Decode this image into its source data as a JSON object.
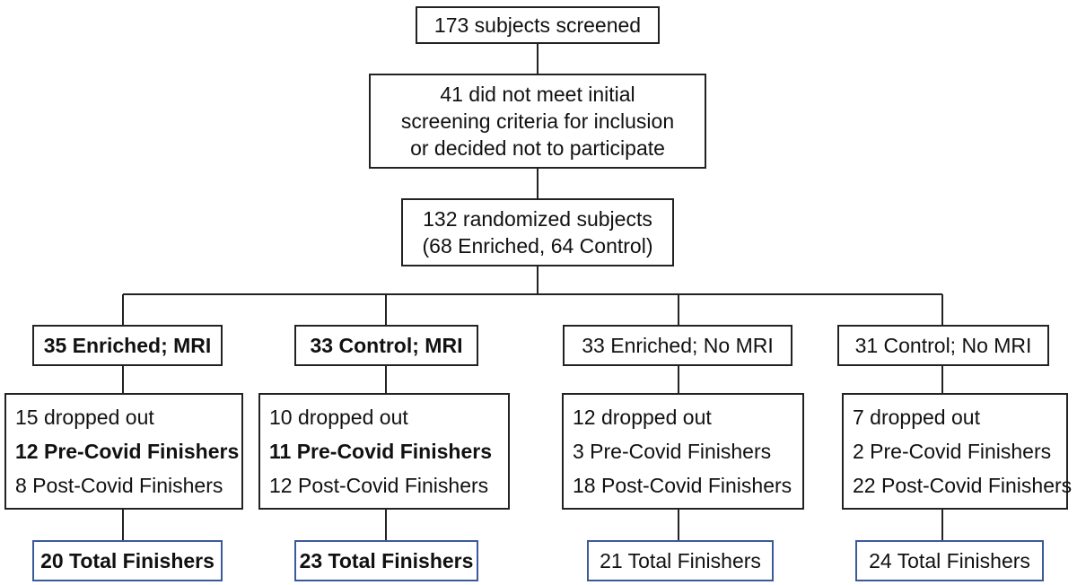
{
  "screened": {
    "label": "173 subjects screened"
  },
  "excluded": {
    "lines": [
      "41 did not meet initial",
      "screening criteria for inclusion",
      "or decided not to participate"
    ]
  },
  "randomized": {
    "lines": [
      "132 randomized subjects",
      "(68 Enriched, 64 Control)"
    ]
  },
  "groups": [
    {
      "title": "35 Enriched; MRI",
      "dropped": "15 dropped out",
      "pre": "12 Pre-Covid Finishers",
      "post": "8 Post-Covid Finishers",
      "total": "20 Total Finishers"
    },
    {
      "title": "33 Control; MRI",
      "dropped": "10 dropped out",
      "pre": "11 Pre-Covid Finishers",
      "post": "12 Post-Covid Finishers",
      "total": "23 Total Finishers"
    },
    {
      "title": "33 Enriched; No MRI",
      "dropped": "12 dropped out",
      "pre": "3 Pre-Covid Finishers",
      "post": "18 Post-Covid Finishers",
      "total": "21 Total Finishers"
    },
    {
      "title": "31 Control; No MRI",
      "dropped": "7 dropped out",
      "pre": "2 Pre-Covid Finishers",
      "post": "22 Post-Covid Finishers",
      "total": "24 Total Finishers"
    }
  ],
  "colors": {
    "line": "#222222",
    "total_border": "#3b5a9a"
  }
}
